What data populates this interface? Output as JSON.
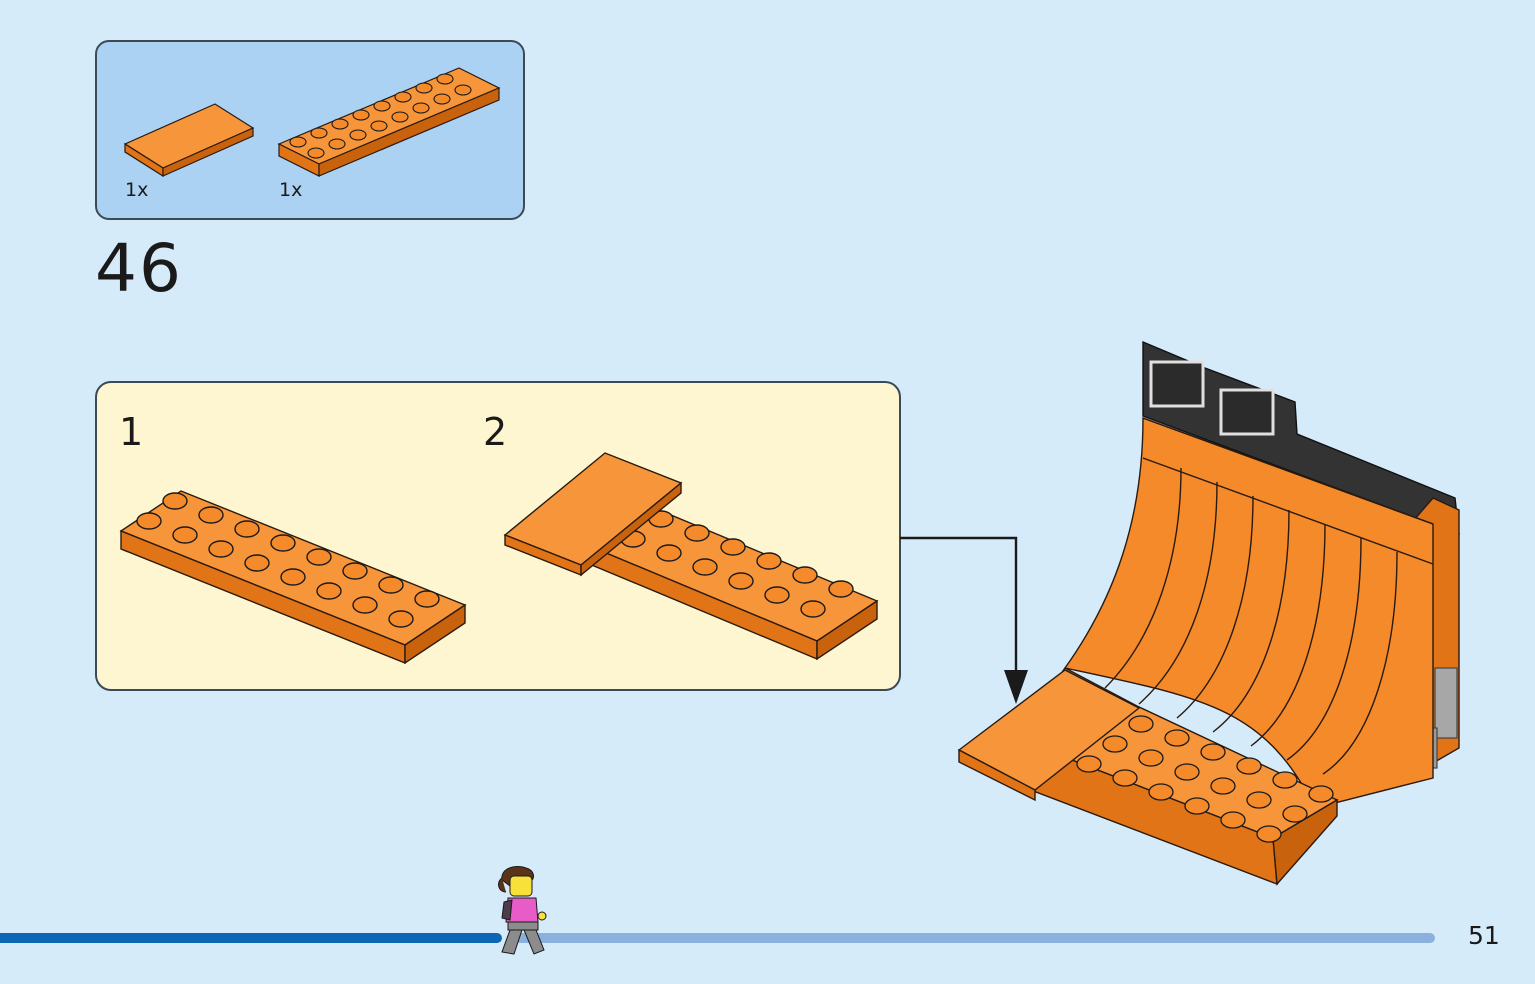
{
  "parts_callout": {
    "items": [
      {
        "name": "orange-tile-2x4",
        "quantity": "1x",
        "color": "#f58a2a"
      },
      {
        "name": "orange-plate-2x8",
        "quantity": "1x",
        "color": "#f58a2a"
      }
    ]
  },
  "step": {
    "number": "46"
  },
  "subassembly": {
    "steps": [
      {
        "number": "1"
      },
      {
        "number": "2"
      }
    ]
  },
  "progress": {
    "fraction": 0.35
  },
  "page": {
    "number": "51"
  },
  "colors": {
    "background": "#d6ebfa",
    "parts_box": "#abd2f3",
    "subassembly_box": "#fef6d0",
    "brick_orange": "#f58a2a",
    "brick_dark": "#333333",
    "progress_done": "#0b67b5",
    "progress_rest": "#8ab0de"
  }
}
